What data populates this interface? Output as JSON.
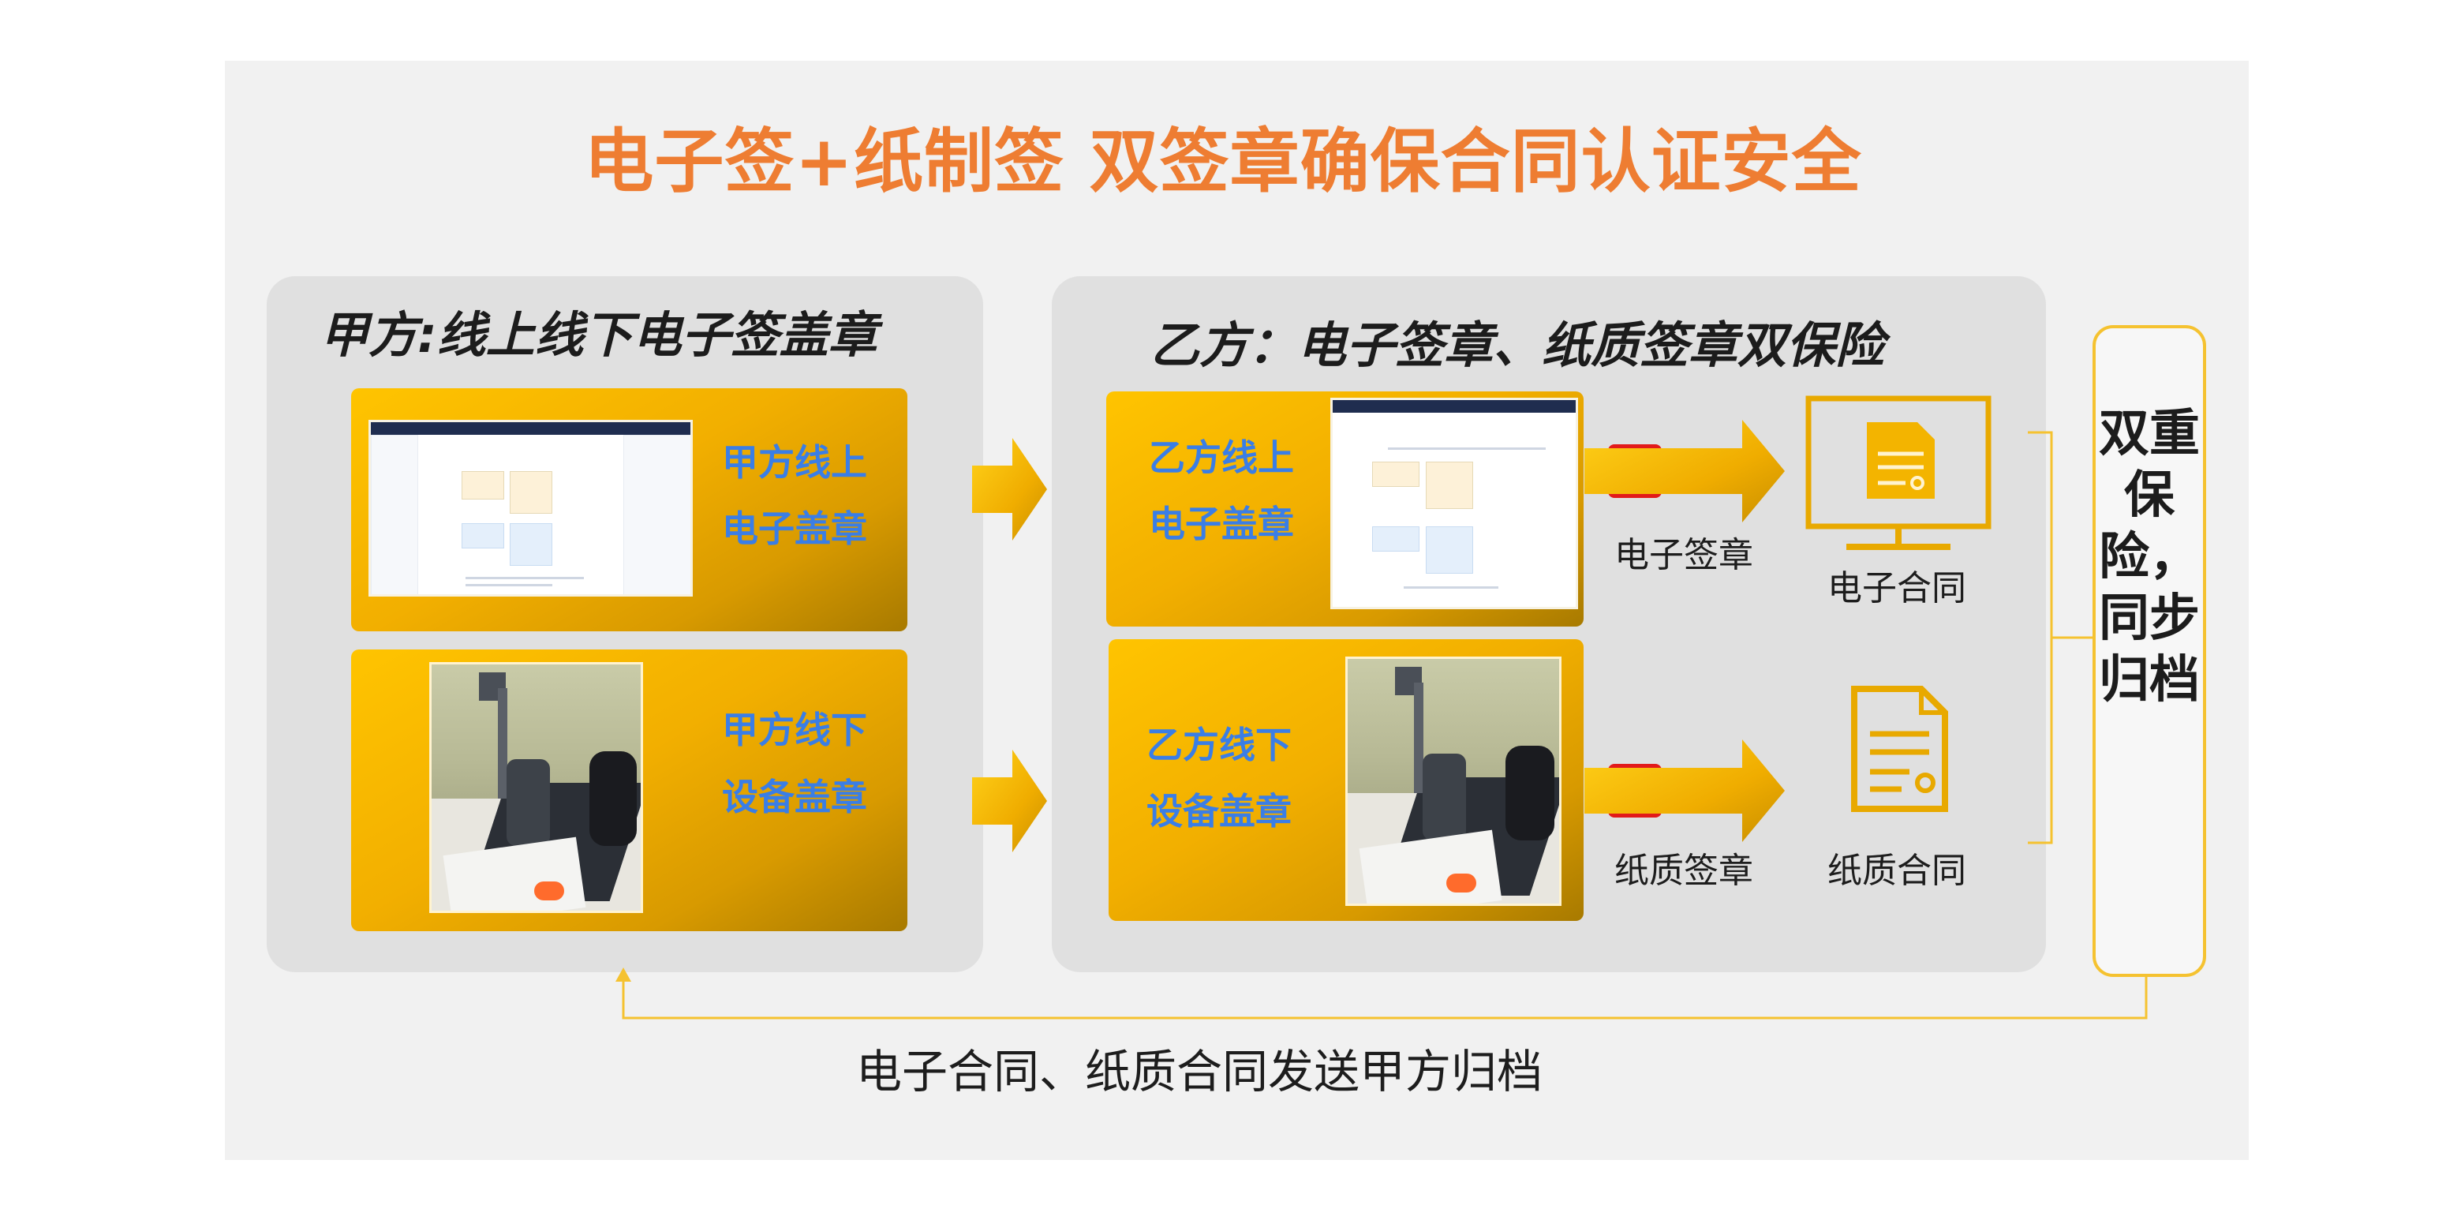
{
  "title": "电子签+纸制签 双签章确保合同认证安全",
  "party_a": {
    "title": "甲方:线上线下电子签盖章",
    "online": {
      "line1": "甲方线上",
      "line2": "电子盖章"
    },
    "offline": {
      "line1": "甲方线下",
      "line2": "设备盖章"
    }
  },
  "party_b": {
    "title": "乙方：电子签章、纸质签章双保险",
    "online": {
      "line1": "乙方线上",
      "line2": "电子盖章"
    },
    "offline": {
      "line1": "乙方线下",
      "line2": "设备盖章"
    },
    "electronic_seal_label": "电子签章",
    "paper_seal_label": "纸质签章",
    "electronic_contract_label": "电子合同",
    "paper_contract_label": "纸质合同"
  },
  "archive_box": {
    "text": "双重保险，同步归档"
  },
  "bottom_caption": "电子合同、纸质合同发送甲方归档",
  "colors": {
    "title_orange": "#ee7d32",
    "gold": "#f2af00",
    "label_blue": "#3a7ee6",
    "outline_yellow": "#f5c230",
    "seal_red": "#e21a1a"
  },
  "icons": [
    "arrow-right-icon",
    "seal-icon",
    "monitor-document-icon",
    "paper-document-icon",
    "arrow-up-icon"
  ]
}
